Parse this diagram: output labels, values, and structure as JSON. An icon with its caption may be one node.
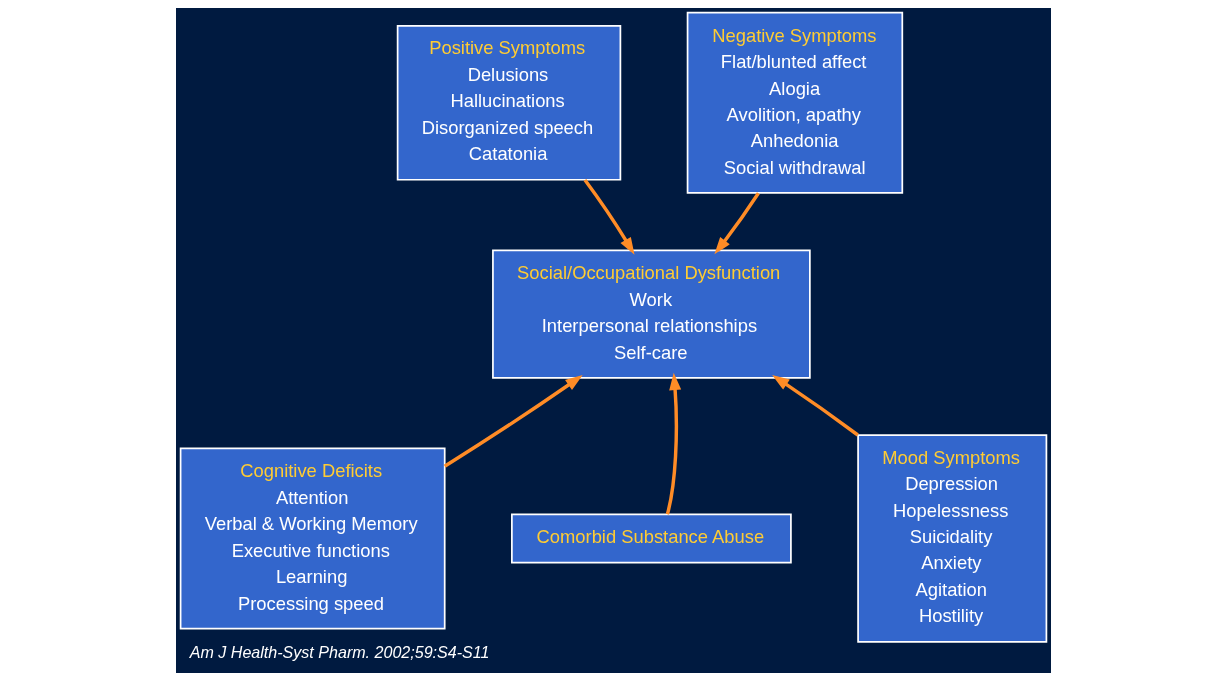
{
  "diagram": {
    "caption": "Am J Health-Syst Pharm. 2002;59:S4-S11",
    "nodes": [
      {
        "text": [
          "Positive Symptoms",
          "Delusions",
          "Hallucinations",
          "Disorganized speech",
          "Catatonia"
        ]
      },
      {
        "text": [
          "Negative Symptoms",
          "Flat/blunted affect",
          "Alogia",
          "Avolition, apathy",
          "Anhedonia",
          "Social withdrawal"
        ]
      },
      {
        "text": [
          "Social/Occupational Dysfunction",
          "Work",
          "Interpersonal relationships",
          "Self-care"
        ]
      },
      {
        "text": [
          "Cognitive Deficits",
          "Attention",
          "Verbal & Working Memory",
          "Executive functions",
          "Learning",
          "Processing speed"
        ]
      },
      {
        "text": [
          "Comorbid Substance Abuse"
        ]
      },
      {
        "text": [
          "Mood Symptoms",
          "Depression",
          "Hopelessness",
          "Suicidality",
          "Anxiety",
          "Agitation",
          "Hostility"
        ]
      }
    ],
    "edges": [
      {
        "from": 0,
        "to": 2,
        "arrow": "to"
      },
      {
        "from": 1,
        "to": 2,
        "arrow": "to"
      },
      {
        "from": 3,
        "to": 2,
        "arrow": "to"
      },
      {
        "from": 4,
        "to": 2,
        "arrow": "to"
      },
      {
        "from": 5,
        "to": 2,
        "arrow": "to"
      }
    ]
  }
}
